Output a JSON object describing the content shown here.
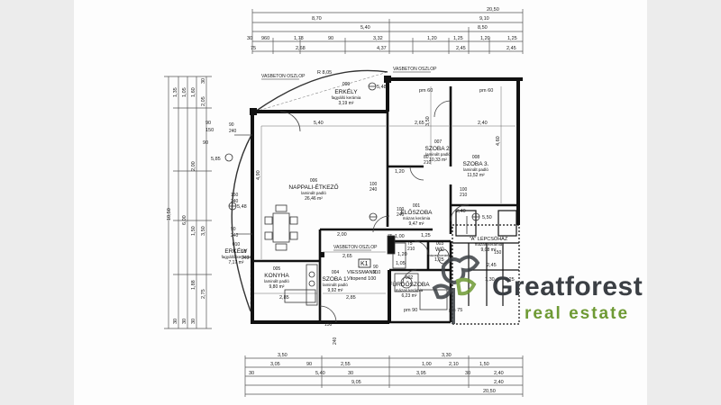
{
  "dimensions": {
    "top": [
      "20,50",
      "8,70",
      "9,10",
      "5,40",
      "8,50",
      "30",
      "960",
      "1,78",
      "90",
      "3,32",
      "1,20",
      "1,25",
      "1,20",
      "1,25",
      "75",
      "2,68",
      "4,37",
      "2,45",
      "2,45"
    ],
    "left": [
      "10,50",
      "1,35",
      "6,00",
      "2,00",
      "1,50",
      "3,50",
      "1,05",
      "2,05",
      "90",
      "150",
      "2,75",
      "1,88",
      "1,60",
      "90",
      "30",
      "30",
      "30",
      "30"
    ],
    "inner": [
      "5,40",
      "2,65",
      "2,40",
      "3,50",
      "4,60",
      "4,90",
      "2,40",
      "1,20",
      "1,00",
      "2,65",
      "2,85",
      "2,85",
      "2,00",
      "1,20",
      "1,25",
      "2,45",
      "1,30",
      "1,05",
      "1,25",
      "1,25"
    ],
    "bottom": [
      "3,50",
      "3,30",
      "3,05",
      "90",
      "2,55",
      "1,00",
      "2,10",
      "1,50",
      "30",
      "5,40",
      "30",
      "3,95",
      "30",
      "2,40",
      "9,05",
      "20,50",
      "2,40"
    ],
    "openings": [
      "150",
      "240",
      "90",
      "240",
      "100",
      "240",
      "90",
      "240",
      "100",
      "240",
      "100",
      "210",
      "75",
      "210",
      "90",
      "210",
      "80",
      "210",
      "90",
      "240",
      "150",
      "240",
      "75",
      "150"
    ],
    "misc": [
      "R 8,05",
      "5,85",
      "5,48",
      "5,48",
      "5,50",
      "pm 60",
      "pm 60",
      "pm 90",
      "pm 75"
    ]
  },
  "labels": {
    "slab1": "VASBETON OSZLOP",
    "slab2": "VASBETON OSZLOP",
    "slab3": "VASBETON OSZLOP",
    "boiler_code": "K1",
    "boiler_brand": "VIESSMANN",
    "boiler_model": "Vitopend 100"
  },
  "rooms": [
    {
      "num": "009",
      "name": "ERKÉLY",
      "floor": "fagyálló kerámia",
      "area": "3,19 m²"
    },
    {
      "num": "006",
      "name": "NAPPALI-ÉTKEZŐ",
      "floor": "laminált padló",
      "area": "26,46 m²"
    },
    {
      "num": "007",
      "name": "SZOBA 2.",
      "floor": "laminált padló",
      "area": "10,33 m²"
    },
    {
      "num": "008",
      "name": "SZOBA 3.",
      "floor": "laminált padló",
      "area": "11,52 m²"
    },
    {
      "num": "001",
      "name": "ELŐSZOBA",
      "floor": "mázas kerámia",
      "area": "9,47 m²"
    },
    {
      "num": "010",
      "name": "ERKÉLY",
      "floor": "fagyálló kerámia",
      "area": "7,17 m²"
    },
    {
      "num": "005",
      "name": "KONYHA",
      "floor": "laminált padló",
      "area": "9,80 m²"
    },
    {
      "num": "004",
      "name": "SZOBA 1.",
      "floor": "laminált padló",
      "area": "9,92 m²"
    },
    {
      "num": "002",
      "name": "FÜRDŐSZOBA",
      "floor": "mázas kerámia",
      "area": "6,23 m²"
    },
    {
      "num": "003",
      "name": "WC",
      "floor": "mázas kerámia",
      "area": ""
    },
    {
      "num": "",
      "name": "\"A\" LÉPCSŐHÁZ",
      "floor": "mázas kerámia",
      "area": "9,08 m²"
    }
  ],
  "watermark": {
    "name": "Greatforest",
    "subtitle": "real estate",
    "colors": {
      "name": "#3b3f44",
      "subtitle": "#6e9a34"
    }
  }
}
